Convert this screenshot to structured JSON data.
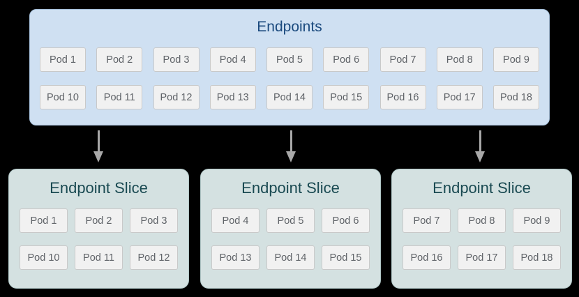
{
  "colors": {
    "canvas-bg": "#000000",
    "endpoints-bg": "#cfe0f2",
    "endpoints-border": "#a9c3de",
    "endpoints-title": "#1b4a7e",
    "slice-bg": "#d4e1e1",
    "slice-border": "#b2c9c9",
    "slice-title": "#1a4a52",
    "pod-bg": "#f1f1f1",
    "pod-border": "#c9c9c9",
    "pod-text": "#5f6368",
    "arrow": "#a8a8a8"
  },
  "endpoints": {
    "title": "Endpoints",
    "rows": [
      [
        "Pod 1",
        "Pod 2",
        "Pod 3",
        "Pod 4",
        "Pod 5",
        "Pod 6",
        "Pod 7",
        "Pod 8",
        "Pod 9"
      ],
      [
        "Pod 10",
        "Pod 11",
        "Pod 12",
        "Pod 13",
        "Pod 14",
        "Pod 15",
        "Pod 16",
        "Pod 17",
        "Pod 18"
      ]
    ]
  },
  "arrows": {
    "icon": "down-arrow",
    "count": 3
  },
  "slices": [
    {
      "title": "Endpoint Slice",
      "rows": [
        [
          "Pod 1",
          "Pod 2",
          "Pod 3"
        ],
        [
          "Pod 10",
          "Pod 11",
          "Pod 12"
        ]
      ]
    },
    {
      "title": "Endpoint Slice",
      "rows": [
        [
          "Pod 4",
          "Pod 5",
          "Pod 6"
        ],
        [
          "Pod 13",
          "Pod 14",
          "Pod 15"
        ]
      ]
    },
    {
      "title": "Endpoint Slice",
      "rows": [
        [
          "Pod 7",
          "Pod 8",
          "Pod 9"
        ],
        [
          "Pod 16",
          "Pod 17",
          "Pod 18"
        ]
      ]
    }
  ]
}
